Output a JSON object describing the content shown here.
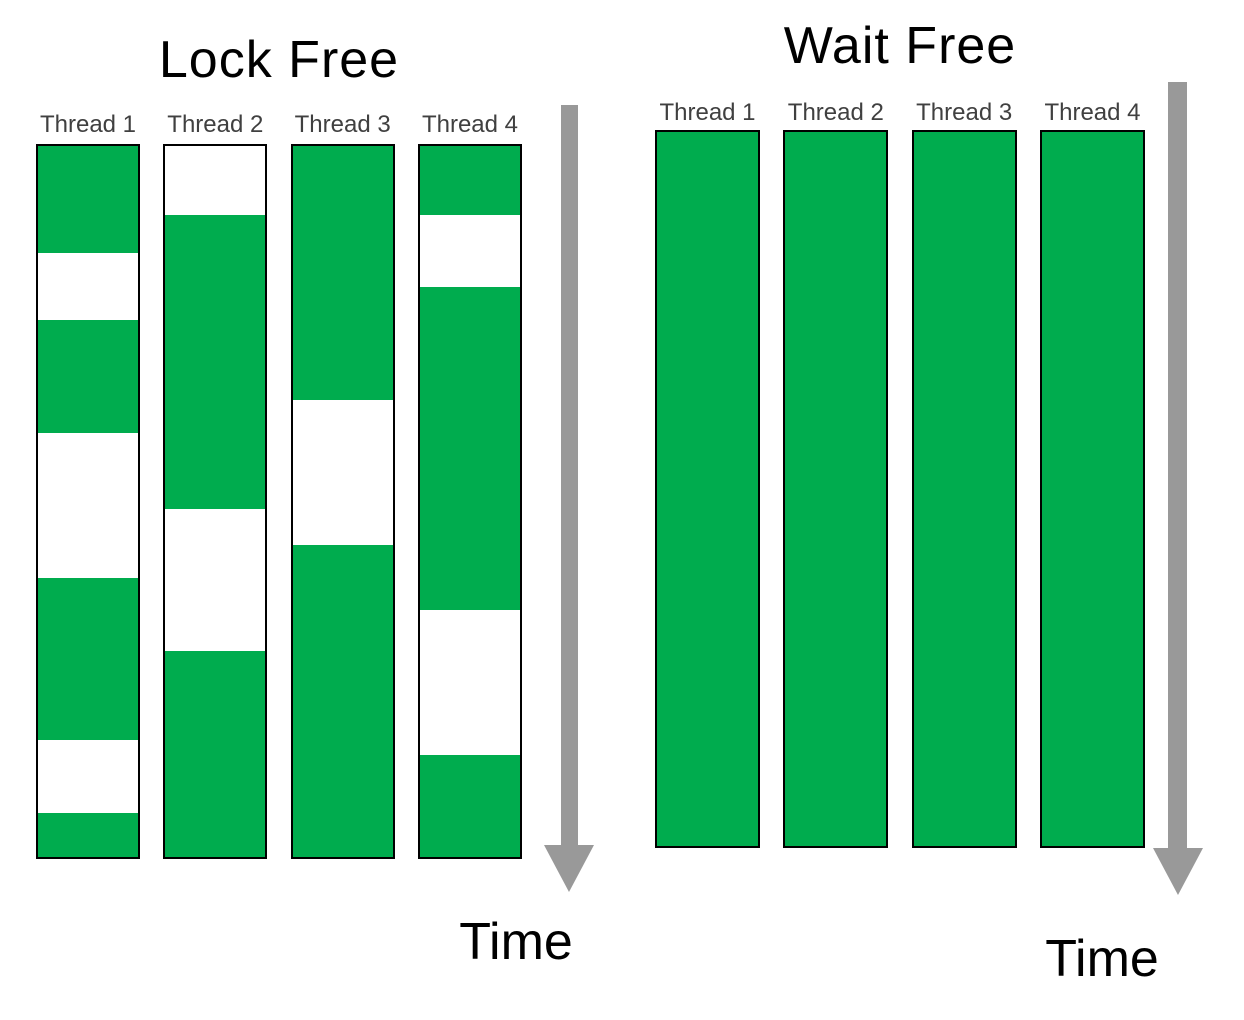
{
  "colors": {
    "running_green": "#00AC4E",
    "idle_white": "#FFFFFF",
    "arrow_gray": "#999999",
    "thread_label_gray": "#404040",
    "column_border_black": "#000000",
    "title_black": "#000000"
  },
  "left_panel": {
    "title": "Lock Free",
    "time_label": "Time",
    "threads": [
      {
        "label": "Thread 1",
        "segments": [
          {
            "state": "running",
            "pct": 15.1
          },
          {
            "state": "waiting",
            "pct": 9.4
          },
          {
            "state": "running",
            "pct": 15.8
          },
          {
            "state": "waiting",
            "pct": 20.4
          },
          {
            "state": "running",
            "pct": 22.9
          },
          {
            "state": "waiting",
            "pct": 10.2
          },
          {
            "state": "running",
            "pct": 6.2
          }
        ]
      },
      {
        "label": "Thread 2",
        "segments": [
          {
            "state": "waiting",
            "pct": 9.7
          },
          {
            "state": "running",
            "pct": 41.4
          },
          {
            "state": "waiting",
            "pct": 19.9
          },
          {
            "state": "running",
            "pct": 29.0
          }
        ]
      },
      {
        "label": "Thread 3",
        "segments": [
          {
            "state": "running",
            "pct": 35.7
          },
          {
            "state": "waiting",
            "pct": 20.4
          },
          {
            "state": "running",
            "pct": 43.9
          }
        ]
      },
      {
        "label": "Thread 4",
        "segments": [
          {
            "state": "running",
            "pct": 9.7
          },
          {
            "state": "waiting",
            "pct": 10.2
          },
          {
            "state": "running",
            "pct": 45.4
          },
          {
            "state": "waiting",
            "pct": 20.4
          },
          {
            "state": "running",
            "pct": 14.3
          }
        ]
      }
    ]
  },
  "right_panel": {
    "title": "Wait Free",
    "time_label": "Time",
    "threads": [
      {
        "label": "Thread 1",
        "segments": [
          {
            "state": "running",
            "pct": 100
          }
        ]
      },
      {
        "label": "Thread 2",
        "segments": [
          {
            "state": "running",
            "pct": 100
          }
        ]
      },
      {
        "label": "Thread 3",
        "segments": [
          {
            "state": "running",
            "pct": 100
          }
        ]
      },
      {
        "label": "Thread 4",
        "segments": [
          {
            "state": "running",
            "pct": 100
          }
        ]
      }
    ]
  }
}
